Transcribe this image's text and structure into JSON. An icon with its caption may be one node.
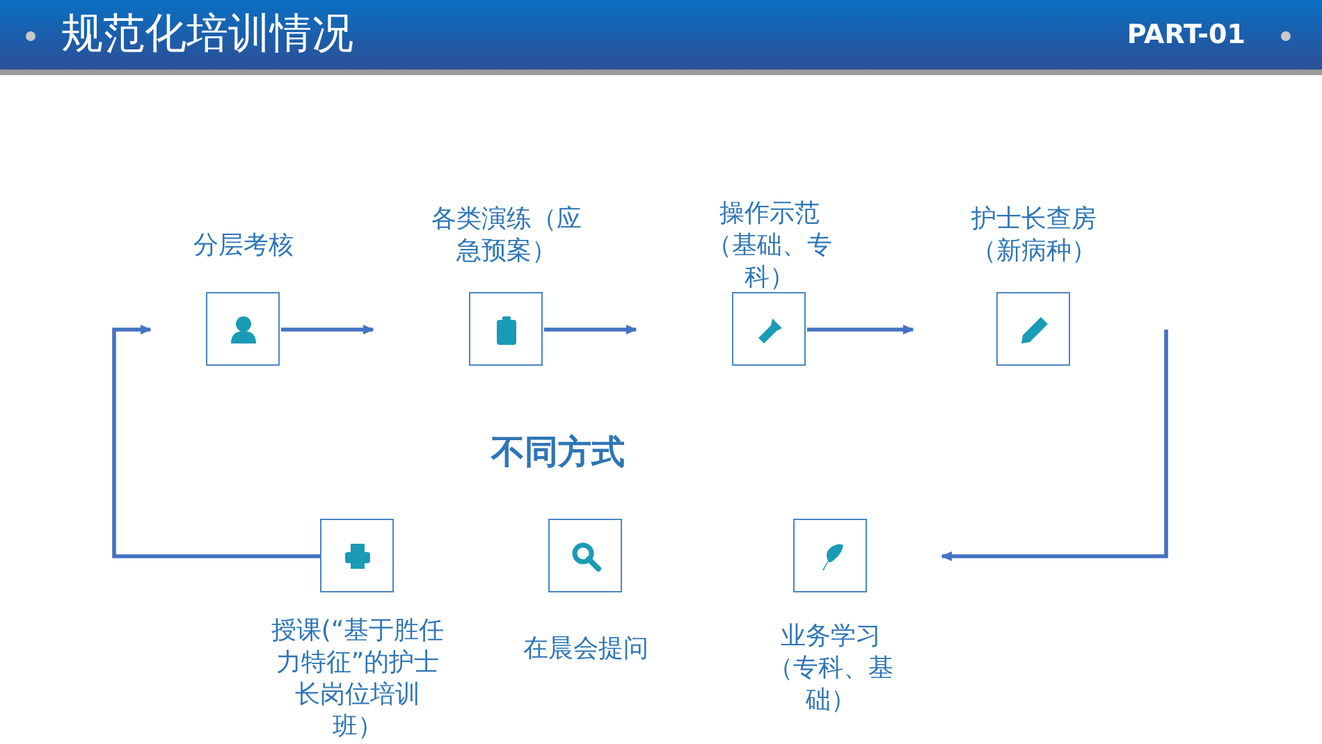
{
  "diagram": {
    "title": "规范化培训情况",
    "nodes": [
      {
        "text": [
          "分层考核"
        ]
      },
      {
        "text": [
          "各类演练（应急预案）"
        ]
      },
      {
        "text": [
          "操作示范（基础、专科）"
        ]
      },
      {
        "text": [
          "护士长查房（新病种）"
        ]
      },
      {
        "text": [
          "授课(“基于胜任力特征”的护士长岗位培训班）"
        ]
      },
      {
        "text": [
          "在晨会提问"
        ]
      },
      {
        "text": [
          "业务学习（专科、基础）"
        ]
      }
    ],
    "edges": [
      {
        "from": 0,
        "to": null,
        "arrow": "to"
      },
      {
        "from": 1,
        "to": null,
        "arrow": "to"
      },
      {
        "from": 2,
        "to": null,
        "arrow": "to"
      },
      {
        "from": 4,
        "to": null,
        "arrow": "to"
      }
    ],
    "labels": [
      "PART-01",
      "不同方式"
    ]
  }
}
